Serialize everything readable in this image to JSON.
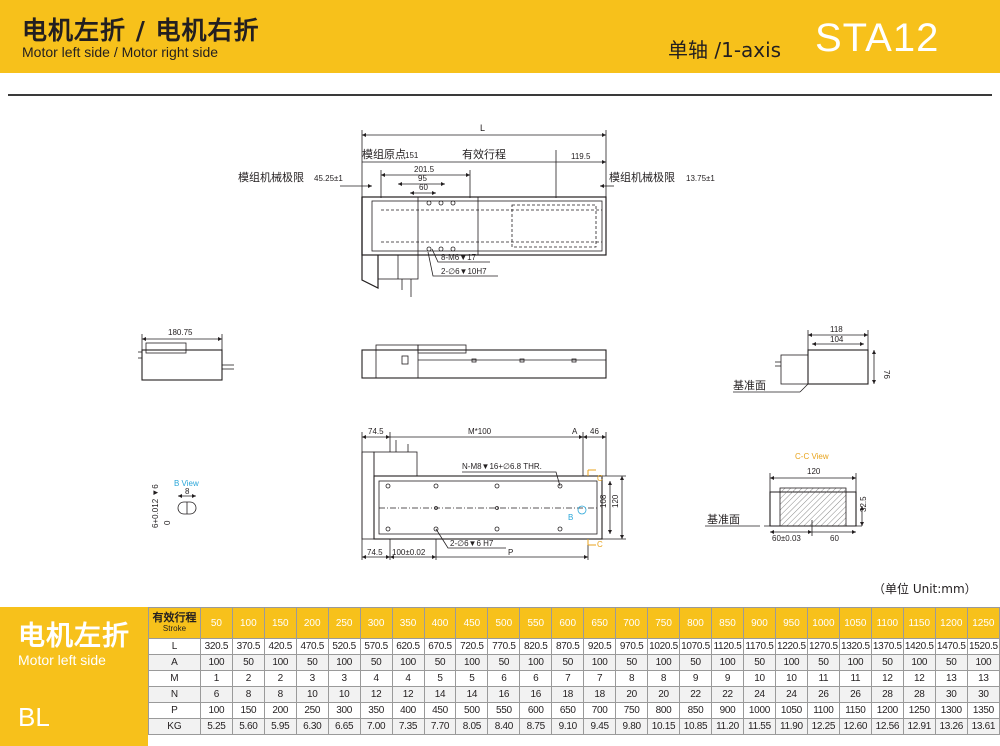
{
  "header": {
    "title_cn": "电机左折 / 电机右折",
    "title_en": "Motor left side / Motor right side",
    "axis": "单轴 /1-axis",
    "model": "STA12"
  },
  "drawing": {
    "top": {
      "L": "L",
      "origin": "模组原点",
      "origin_val": "151",
      "effective": "有效行程",
      "d1195": "119.5",
      "d2015": "201.5",
      "d95": "95",
      "d60": "60",
      "limit_left": "模组机械极限",
      "limit_left_val": "45.25±1",
      "limit_right": "模组机械极限",
      "limit_right_val": "13.75±1",
      "note1": "8-M6▼17",
      "note2": "2-∅6▼10H7"
    },
    "side": {
      "d18075": "180.75"
    },
    "end": {
      "d118": "118",
      "d104": "104",
      "d76": "76",
      "datum": "基准面"
    },
    "bottom": {
      "d745": "74.5",
      "m100": "M*100",
      "A": "A",
      "d46": "46",
      "note": "N-M8▼16+∅6.8 THR.",
      "B": "B",
      "C1": "C",
      "C2": "C",
      "d108": "108",
      "d120": "120",
      "d745b": "74.5",
      "d100": "100±0.02",
      "hole": "2-∅6▼6 H7",
      "P": "P"
    },
    "bview": {
      "label": "B View",
      "d8": "8",
      "hole": "6+0.012 ▼6",
      "zero": "0"
    },
    "cc": {
      "label": "C-C View",
      "d120": "120",
      "d325": "32.5",
      "d60a": "60±0.03",
      "d60b": "60",
      "datum": "基准面"
    }
  },
  "unit": "（单位 Unit:mm）",
  "panel": {
    "cn": "电机左折",
    "en": "Motor left side",
    "code": "BL"
  },
  "table": {
    "head_cn": "有效行程",
    "head_en": "Stroke",
    "strokes": [
      "50",
      "100",
      "150",
      "200",
      "250",
      "300",
      "350",
      "400",
      "450",
      "500",
      "550",
      "600",
      "650",
      "700",
      "750",
      "800",
      "850",
      "900",
      "950",
      "1000",
      "1050",
      "1100",
      "1150",
      "1200",
      "1250"
    ],
    "rows": [
      {
        "label": "L",
        "values": [
          "320.5",
          "370.5",
          "420.5",
          "470.5",
          "520.5",
          "570.5",
          "620.5",
          "670.5",
          "720.5",
          "770.5",
          "820.5",
          "870.5",
          "920.5",
          "970.5",
          "1020.5",
          "1070.5",
          "1120.5",
          "1170.5",
          "1220.5",
          "1270.5",
          "1320.5",
          "1370.5",
          "1420.5",
          "1470.5",
          "1520.5"
        ]
      },
      {
        "label": "A",
        "values": [
          "100",
          "50",
          "100",
          "50",
          "100",
          "50",
          "100",
          "50",
          "100",
          "50",
          "100",
          "50",
          "100",
          "50",
          "100",
          "50",
          "100",
          "50",
          "100",
          "50",
          "100",
          "50",
          "100",
          "50",
          "100"
        ]
      },
      {
        "label": "M",
        "values": [
          "1",
          "2",
          "2",
          "3",
          "3",
          "4",
          "4",
          "5",
          "5",
          "6",
          "6",
          "7",
          "7",
          "8",
          "8",
          "9",
          "9",
          "10",
          "10",
          "11",
          "11",
          "12",
          "12",
          "13",
          "13"
        ]
      },
      {
        "label": "N",
        "values": [
          "6",
          "8",
          "8",
          "10",
          "10",
          "12",
          "12",
          "14",
          "14",
          "16",
          "16",
          "18",
          "18",
          "20",
          "20",
          "22",
          "22",
          "24",
          "24",
          "26",
          "26",
          "28",
          "28",
          "30",
          "30"
        ]
      },
      {
        "label": "P",
        "values": [
          "100",
          "150",
          "200",
          "250",
          "300",
          "350",
          "400",
          "450",
          "500",
          "550",
          "600",
          "650",
          "700",
          "750",
          "800",
          "850",
          "900",
          "1000",
          "1050",
          "1100",
          "1150",
          "1200",
          "1250",
          "1300",
          "1350"
        ]
      },
      {
        "label": "KG",
        "values": [
          "5.25",
          "5.60",
          "5.95",
          "6.30",
          "6.65",
          "7.00",
          "7.35",
          "7.70",
          "8.05",
          "8.40",
          "8.75",
          "9.10",
          "9.45",
          "9.80",
          "10.15",
          "10.85",
          "11.20",
          "11.55",
          "11.90",
          "12.25",
          "12.60",
          "12.56",
          "12.91",
          "13.26",
          "13.61"
        ]
      }
    ]
  },
  "colors": {
    "accent": "#f7c11b",
    "text": "#231f20",
    "cyan": "#2aa6d9",
    "orange": "#e8a31c"
  }
}
